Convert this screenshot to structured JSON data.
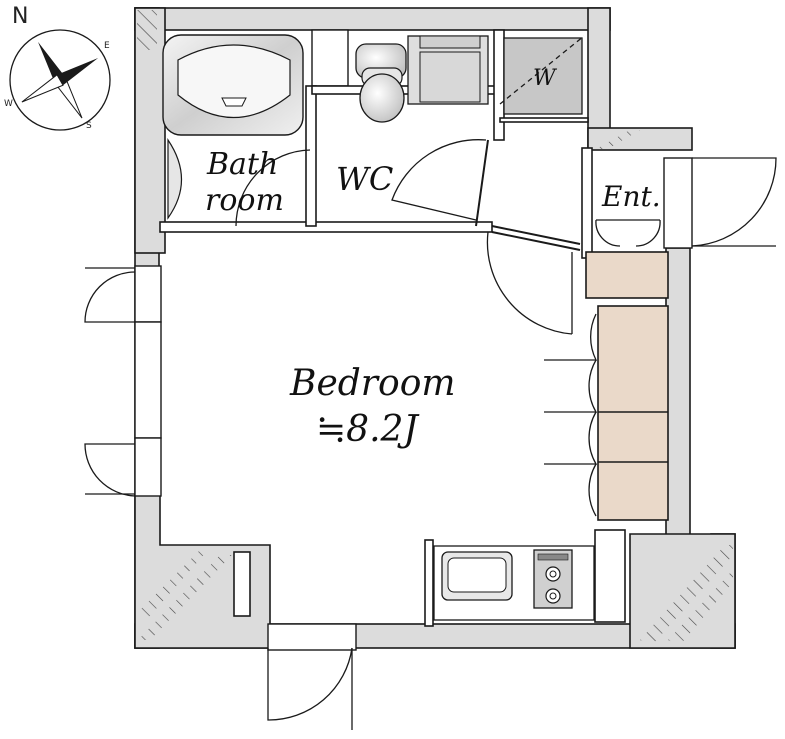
{
  "compass": {
    "north": "N",
    "east": "E",
    "south": "S",
    "west": "W"
  },
  "rooms": {
    "bath_line1": "Bath",
    "bath_line2": "room",
    "wc": "WC",
    "closet": "W",
    "entrance": "Ent.",
    "bedroom": "Bedroom",
    "bedroom_size": "≒8.2J"
  },
  "colors": {
    "wall_fill": "#dcdcdc",
    "wall_line": "#1a1a1a",
    "storage_fill": "#ead9c9",
    "washer_fill": "#c7c7c7",
    "fixture_fill": "#e6e6e6"
  }
}
